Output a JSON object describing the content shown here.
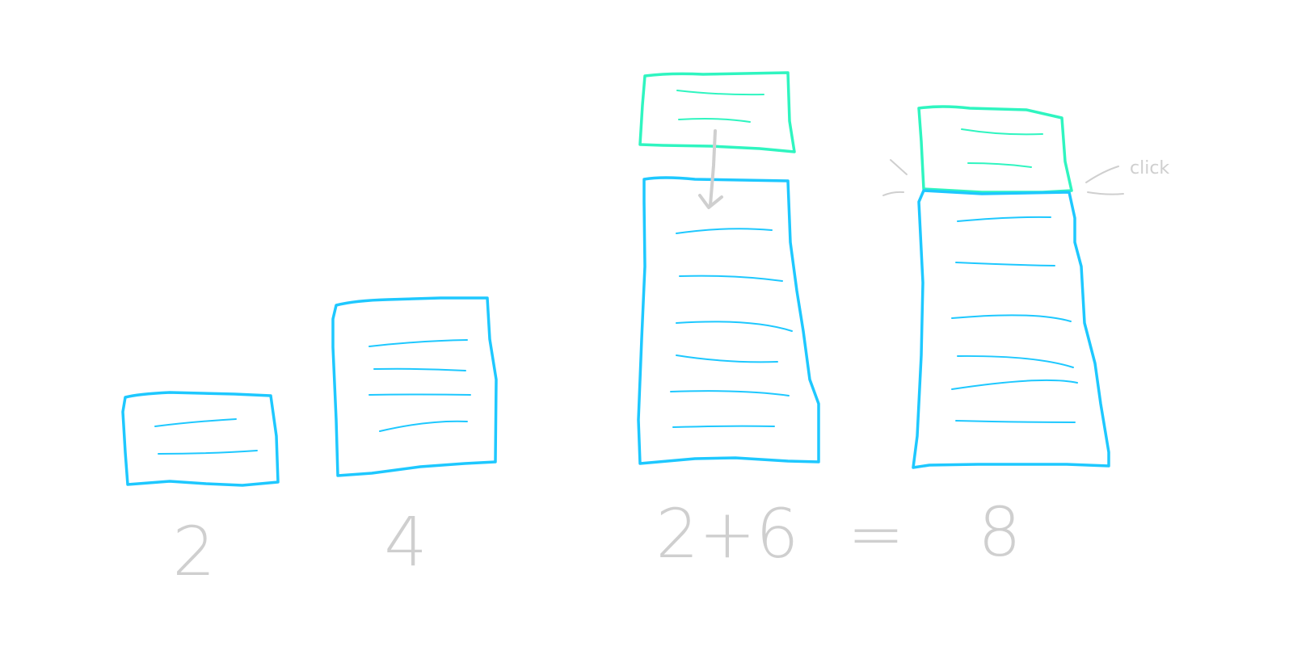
{
  "colors": {
    "stack": "#1ec8ff",
    "new_block": "#2ff5c0",
    "text": "#cfcfcf",
    "background": "#ffffff"
  },
  "stacks": [
    {
      "label": "2",
      "lines": 2
    },
    {
      "label": "4",
      "lines": 4
    },
    {
      "label": "2+6",
      "lines": 6,
      "added_lines": 2
    },
    {
      "label": "8",
      "lines": 6,
      "added_lines": 2
    }
  ],
  "equation": {
    "equals": "="
  },
  "annotations": {
    "click": "click"
  },
  "icons": [
    "down-arrow-icon",
    "click-spark-icon"
  ]
}
